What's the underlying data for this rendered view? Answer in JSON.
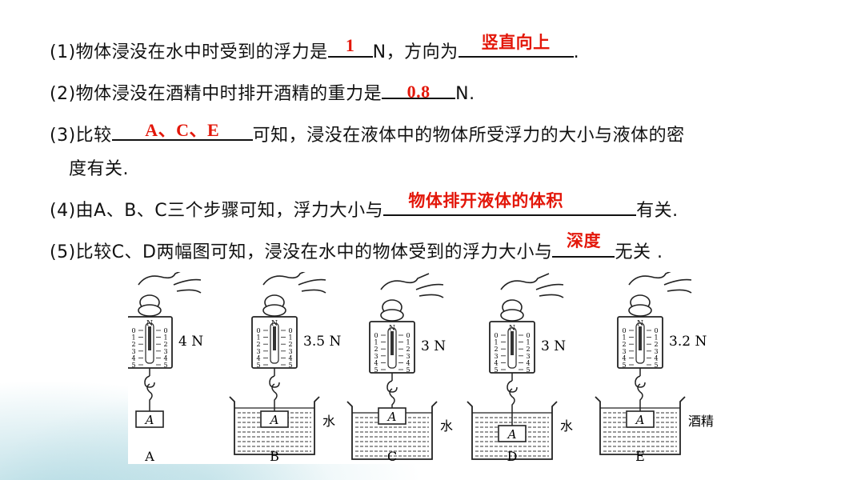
{
  "questions": [
    {
      "prefix": "(1)物体浸没在水中时受到的浮力是",
      "answer": "1",
      "mid": "N，方向为",
      "answer2": "竖直向上",
      "suffix": "."
    },
    {
      "prefix": "(2)物体浸没在酒精中时排开酒精的重力是",
      "answer": "0.8",
      "suffix": "N."
    },
    {
      "prefix": "(3)比较",
      "answer": "A、C、E",
      "suffix": "可知，浸没在液体中的物体所受浮力的大小与液体的密",
      "line2": "度有关."
    },
    {
      "prefix": "(4)由A、B、C三个步骤可知，浮力大小与",
      "answer": "物体排开液体的体积",
      "suffix": "有关."
    },
    {
      "prefix": "(5)比较C、D两幅图可知，浸没在水中的物体受到的浮力大小与",
      "answer": "深度",
      "suffix": "无关 ."
    }
  ],
  "figure": {
    "panels": [
      {
        "label": "A",
        "reading": "4 N",
        "liquid": ""
      },
      {
        "label": "B",
        "reading": "3.5 N",
        "liquid": "水"
      },
      {
        "label": "C",
        "reading": "3 N",
        "liquid": "水"
      },
      {
        "label": "D",
        "reading": "3 N",
        "liquid": "水"
      },
      {
        "label": "E",
        "reading": "3.2 N",
        "liquid": "酒精"
      }
    ],
    "block_label": "A",
    "scale_top": "N",
    "scale_numbers": [
      "0",
      "1",
      "2",
      "3",
      "4",
      "5"
    ]
  }
}
